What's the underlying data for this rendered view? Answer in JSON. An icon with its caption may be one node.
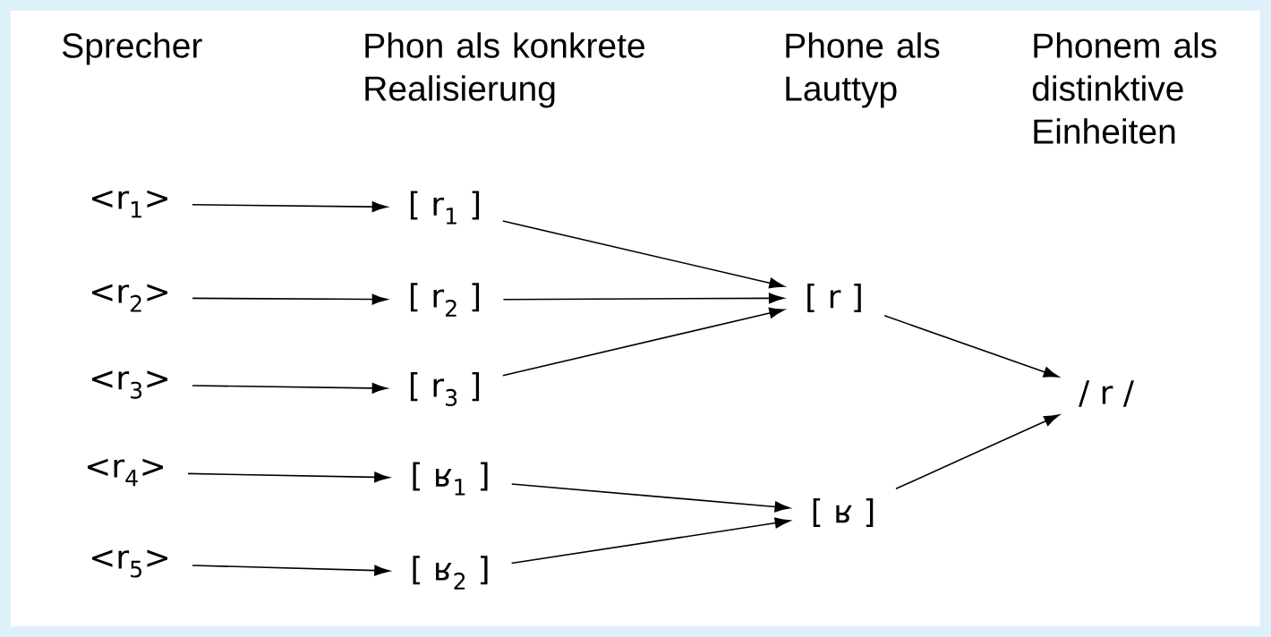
{
  "diagram": {
    "nodes": [
      {
        "text": [
          "<r$_{1}$>"
        ]
      },
      {
        "text": [
          "<r$_{2}$>"
        ]
      },
      {
        "text": [
          "<r$_{3}$>"
        ]
      },
      {
        "text": [
          "<r$_{4}$>"
        ]
      },
      {
        "text": [
          "<r$_{5}$>"
        ]
      },
      {
        "text": [
          "[ r$_{1}$ ]"
        ]
      },
      {
        "text": [
          "[ r$_{2}$ ]"
        ]
      },
      {
        "text": [
          "[ r$_{3}$ ]"
        ]
      },
      {
        "text": [
          "[ ʁ$_{1}$ ]"
        ]
      },
      {
        "text": [
          "[ ʁ$_{2}$ ]"
        ]
      },
      {
        "text": [
          "[ r ]"
        ]
      },
      {
        "text": [
          "[ ʁ ]"
        ]
      },
      {
        "text": [
          "/ r /"
        ]
      }
    ],
    "edges": [
      {
        "from": 0,
        "to": 5,
        "arrow": "to"
      },
      {
        "from": 1,
        "to": 6,
        "arrow": "to"
      },
      {
        "from": 2,
        "to": 7,
        "arrow": "to"
      },
      {
        "from": 3,
        "to": 8,
        "arrow": "to"
      },
      {
        "from": 4,
        "to": 9,
        "arrow": "to"
      },
      {
        "from": 5,
        "to": 10,
        "arrow": "to"
      },
      {
        "from": 6,
        "to": 10,
        "arrow": "to"
      },
      {
        "from": 7,
        "to": 10,
        "arrow": "to"
      },
      {
        "from": 8,
        "to": 11,
        "arrow": "to"
      },
      {
        "from": 9,
        "to": 11,
        "arrow": "to"
      },
      {
        "from": 10,
        "to": 12,
        "arrow": "to"
      },
      {
        "from": 11,
        "to": 12,
        "arrow": "to"
      }
    ],
    "labels": [
      "Sprecher",
      "Phon als konkrete Realisierung",
      "Phone als Lauttyp",
      "Phonem als distinktive Einheiten"
    ]
  }
}
